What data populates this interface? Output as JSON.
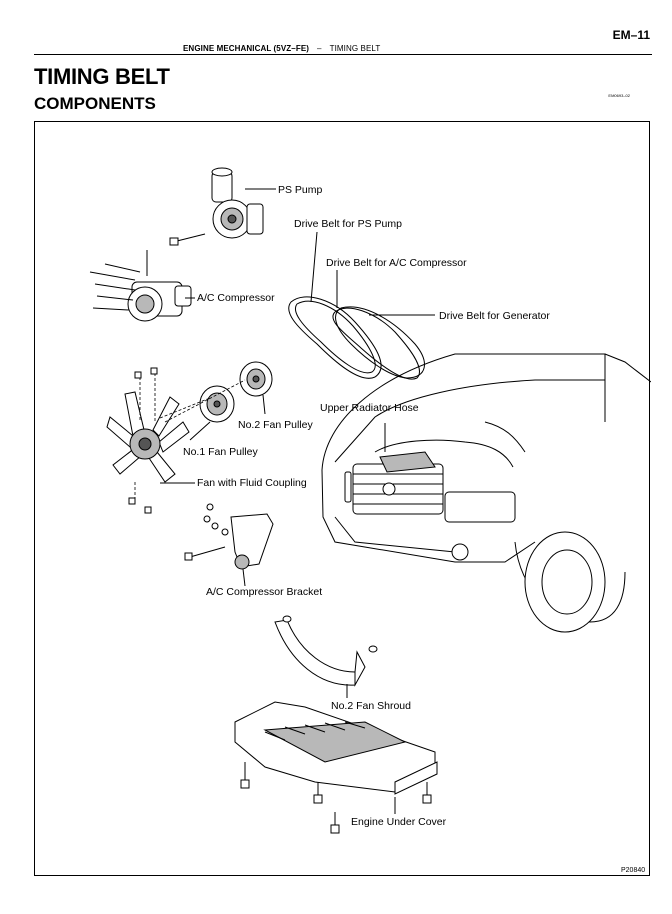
{
  "header": {
    "page_number": "EM–11",
    "section": "ENGINE MECHANICAL (5VZ–FE)",
    "separator": "–",
    "subsection": "TIMING BELT"
  },
  "title": "TIMING BELT",
  "subtitle": "COMPONENTS",
  "doc_code": "EM0693–02",
  "figure": {
    "id": "P20840",
    "labels": {
      "ps_pump": "PS Pump",
      "belt_ps": "Drive Belt for PS Pump",
      "belt_ac": "Drive Belt for A/C Compressor",
      "belt_gen": "Drive Belt for Generator",
      "ac_compressor": "A/C Compressor",
      "no2_fan_pulley": "No.2 Fan Pulley",
      "upper_radiator_hose": "Upper Radiator Hose",
      "no1_fan_pulley": "No.1 Fan Pulley",
      "fan_fluid_coupling": "Fan with Fluid Coupling",
      "ac_compressor_bracket": "A/C Compressor Bracket",
      "no2_fan_shroud": "No.2 Fan Shroud",
      "engine_under_cover": "Engine Under Cover"
    }
  }
}
